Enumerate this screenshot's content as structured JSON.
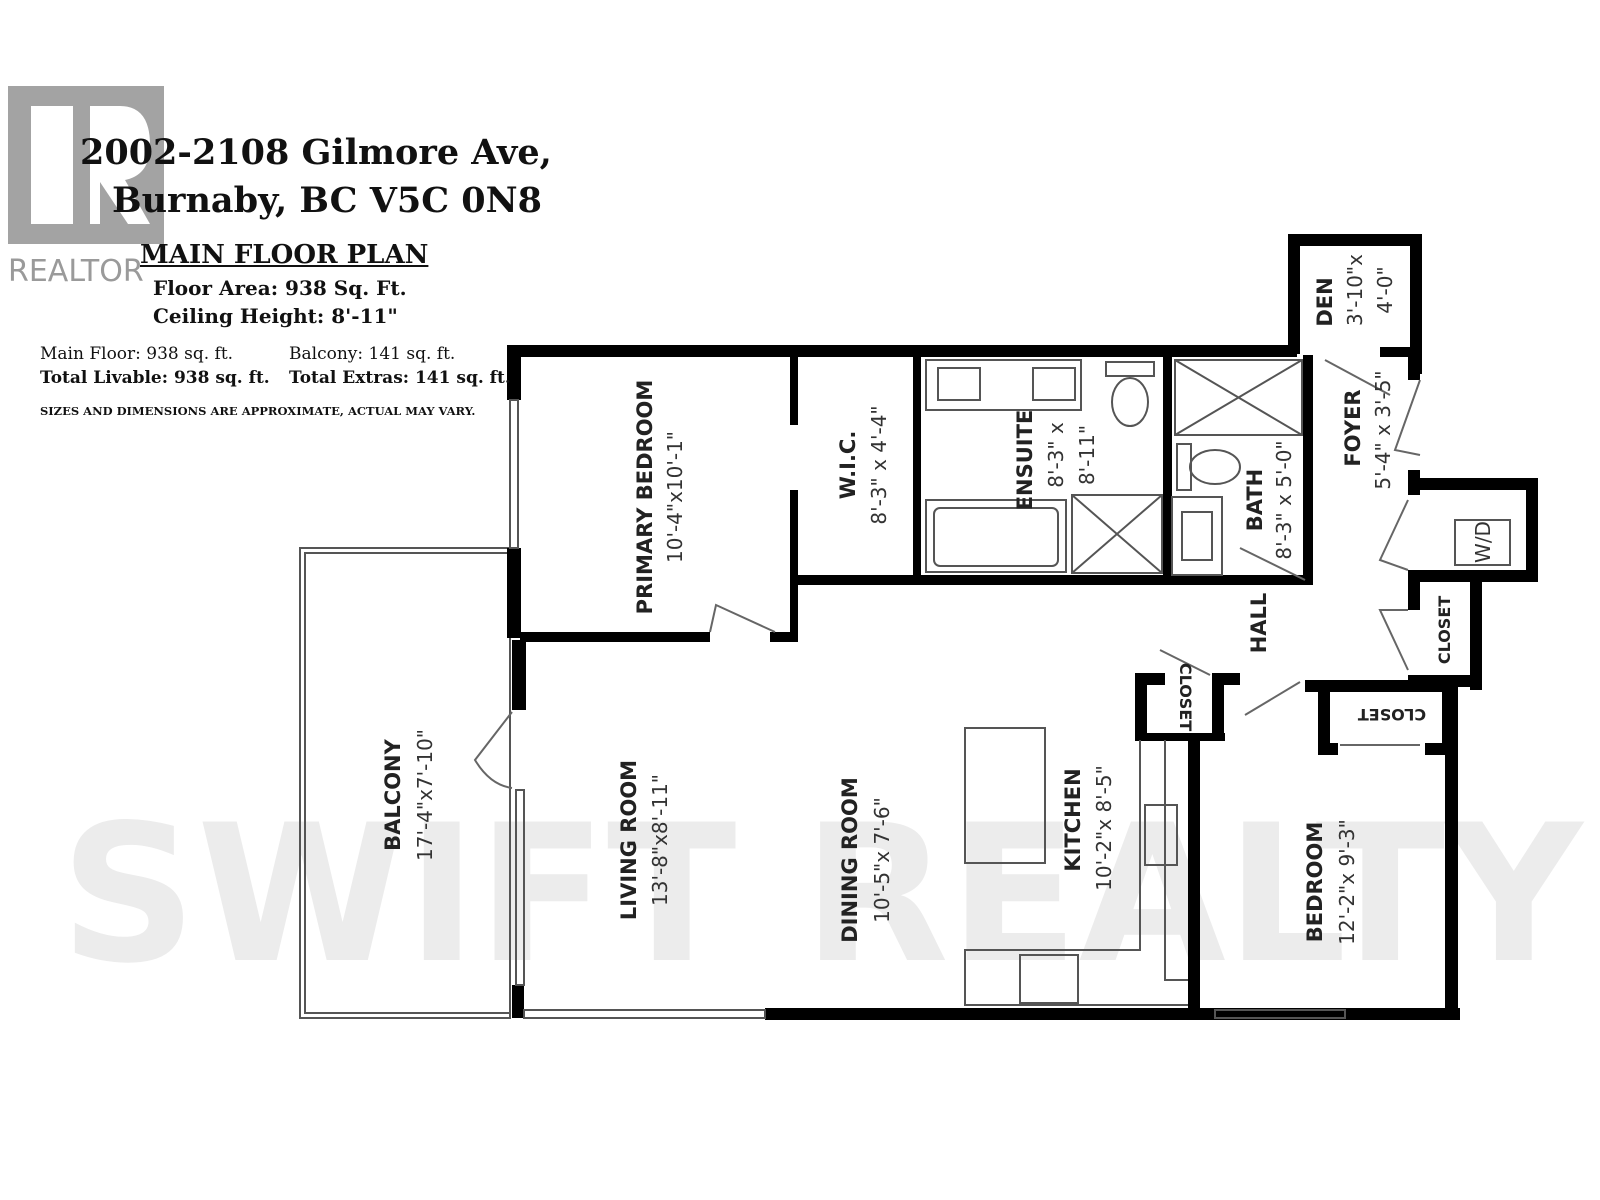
{
  "logo": {
    "text": "REALTOR"
  },
  "watermark": {
    "text": "SWIFT REALTY"
  },
  "header": {
    "address_line1": "2002-2108 Gilmore Ave,",
    "address_line2": "Burnaby, BC V5C 0N8",
    "plan_title": "MAIN FLOOR PLAN",
    "floor_area": "Floor Area: 938 Sq. Ft.",
    "ceiling_height": "Ceiling Height: 8'-11\""
  },
  "summary": {
    "main_floor": "Main Floor: 938 sq. ft.",
    "balcony": "Balcony: 141 sq. ft.",
    "total_livable": "Total Livable: 938 sq. ft.",
    "total_extras": "Total Extras: 141 sq. ft.",
    "disclaimer": "SIZES AND DIMENSIONS ARE APPROXIMATE, ACTUAL MAY VARY."
  },
  "rooms": {
    "primary_bedroom": {
      "name": "PRIMARY BEDROOM",
      "dim": "10'-4\"x10'-1\""
    },
    "wic": {
      "name": "W.I.C.",
      "dim": "8'-3\" x 4'-4\""
    },
    "ensuite": {
      "name": "ENSUITE",
      "dim1": "8'-3\" x",
      "dim2": "8'-11\""
    },
    "bath": {
      "name": "BATH",
      "dim": "8'-3\" x 5'-0\""
    },
    "foyer": {
      "name": "FOYER",
      "dim": "5'-4\" x 3'-5\""
    },
    "den": {
      "name": "DEN",
      "dim1": "3'-10\"x",
      "dim2": "4'-0\""
    },
    "wd": {
      "name": "W/D"
    },
    "closet_foyer": {
      "name": "CLOSET"
    },
    "hall": {
      "name": "HALL"
    },
    "closet_hall": {
      "name": "CLOSET"
    },
    "closet_bedroom": {
      "name": "CLOSET"
    },
    "balcony": {
      "name": "BALCONY",
      "dim": "17'-4\"x7'-10\""
    },
    "living": {
      "name": "LIVING ROOM",
      "dim": "13'-8\"x8'-11\""
    },
    "dining": {
      "name": "DINING ROOM",
      "dim": "10'-5\"x 7'-6\""
    },
    "kitchen": {
      "name": "KITCHEN",
      "dim": "10'-2\"x 8'-5\""
    },
    "bedroom": {
      "name": "BEDROOM",
      "dim": "12'-2\"x 9'-3\""
    }
  }
}
